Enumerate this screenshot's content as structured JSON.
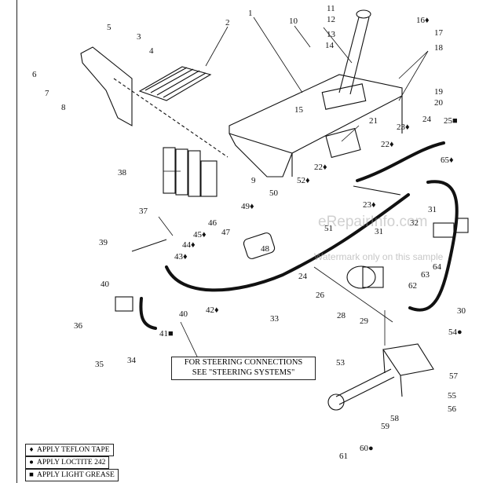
{
  "callouts": [
    {
      "id": "c1",
      "text": "1"
    },
    {
      "id": "c2",
      "text": "2"
    },
    {
      "id": "c3",
      "text": "3"
    },
    {
      "id": "c4",
      "text": "4"
    },
    {
      "id": "c5",
      "text": "5"
    },
    {
      "id": "c6",
      "text": "6"
    },
    {
      "id": "c7",
      "text": "7"
    },
    {
      "id": "c8",
      "text": "8"
    },
    {
      "id": "c9",
      "text": "9"
    },
    {
      "id": "c10",
      "text": "10"
    },
    {
      "id": "c11",
      "text": "11"
    },
    {
      "id": "c12",
      "text": "12"
    },
    {
      "id": "c13",
      "text": "13"
    },
    {
      "id": "c14",
      "text": "14"
    },
    {
      "id": "c15",
      "text": "15"
    },
    {
      "id": "c16",
      "text": "16♦"
    },
    {
      "id": "c17",
      "text": "17"
    },
    {
      "id": "c18",
      "text": "18"
    },
    {
      "id": "c19",
      "text": "19"
    },
    {
      "id": "c20",
      "text": "20"
    },
    {
      "id": "c21",
      "text": "21"
    },
    {
      "id": "c22a",
      "text": "22♦"
    },
    {
      "id": "c22b",
      "text": "22♦"
    },
    {
      "id": "c23a",
      "text": "23♦"
    },
    {
      "id": "c23b",
      "text": "23♦"
    },
    {
      "id": "c24a",
      "text": "24"
    },
    {
      "id": "c24b",
      "text": "24"
    },
    {
      "id": "c25",
      "text": "25■"
    },
    {
      "id": "c26",
      "text": "26"
    },
    {
      "id": "c28",
      "text": "28"
    },
    {
      "id": "c29",
      "text": "29"
    },
    {
      "id": "c30",
      "text": "30"
    },
    {
      "id": "c31a",
      "text": "31"
    },
    {
      "id": "c31b",
      "text": "31"
    },
    {
      "id": "c32",
      "text": "32"
    },
    {
      "id": "c33",
      "text": "33"
    },
    {
      "id": "c34",
      "text": "34"
    },
    {
      "id": "c35",
      "text": "35"
    },
    {
      "id": "c36",
      "text": "36"
    },
    {
      "id": "c37",
      "text": "37"
    },
    {
      "id": "c38",
      "text": "38"
    },
    {
      "id": "c39",
      "text": "39"
    },
    {
      "id": "c40a",
      "text": "40"
    },
    {
      "id": "c40b",
      "text": "40"
    },
    {
      "id": "c41",
      "text": "41■"
    },
    {
      "id": "c42",
      "text": "42♦"
    },
    {
      "id": "c43",
      "text": "43♦"
    },
    {
      "id": "c44",
      "text": "44♦"
    },
    {
      "id": "c45",
      "text": "45♦"
    },
    {
      "id": "c46",
      "text": "46"
    },
    {
      "id": "c47",
      "text": "47"
    },
    {
      "id": "c48",
      "text": "48"
    },
    {
      "id": "c49",
      "text": "49♦"
    },
    {
      "id": "c50",
      "text": "50"
    },
    {
      "id": "c51",
      "text": "51"
    },
    {
      "id": "c52",
      "text": "52♦"
    },
    {
      "id": "c53",
      "text": "53"
    },
    {
      "id": "c54",
      "text": "54●"
    },
    {
      "id": "c55",
      "text": "55"
    },
    {
      "id": "c56",
      "text": "56"
    },
    {
      "id": "c57",
      "text": "57"
    },
    {
      "id": "c58",
      "text": "58"
    },
    {
      "id": "c59",
      "text": "59"
    },
    {
      "id": "c60",
      "text": "60●"
    },
    {
      "id": "c61",
      "text": "61"
    },
    {
      "id": "c62",
      "text": "62"
    },
    {
      "id": "c63",
      "text": "63"
    },
    {
      "id": "c64",
      "text": "64"
    },
    {
      "id": "c65",
      "text": "65♦"
    }
  ],
  "note": {
    "line1": "FOR STEERING CONNECTIONS",
    "line2": "SEE \"STEERING SYSTEMS\""
  },
  "legend": [
    {
      "symbol": "♦",
      "text": "APPLY TEFLON TAPE",
      "icon": "diamond-icon"
    },
    {
      "symbol": "●",
      "text": "APPLY LOCTITE 242",
      "icon": "dot-icon"
    },
    {
      "symbol": "■",
      "text": "APPLY LIGHT GREASE",
      "icon": "square-icon"
    }
  ],
  "watermark": {
    "main": "eRepairInfo.com",
    "sub": "Watermark only on this sample"
  }
}
